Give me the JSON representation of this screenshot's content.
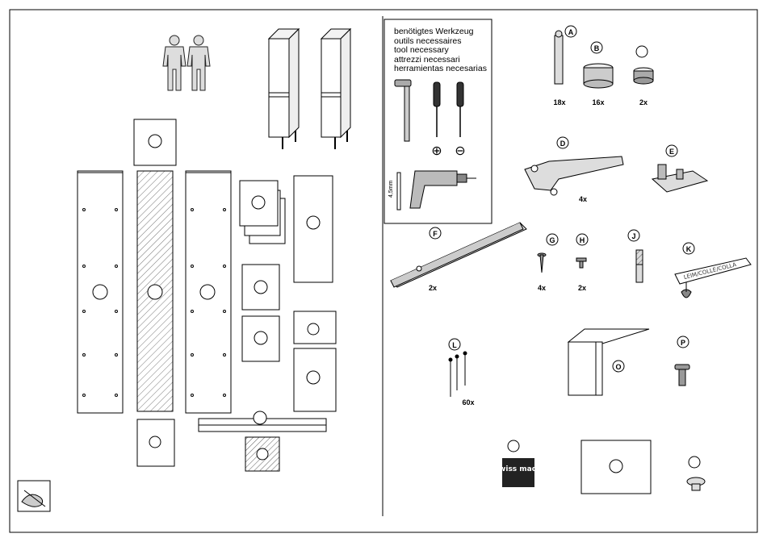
{
  "tools": {
    "lines": [
      "benötigtes Werkzeug",
      "outils necessaires",
      "tool necessary",
      "attrezzi necessari",
      "herramientas necesarias"
    ],
    "drill_bit": "4,5mm",
    "plus_symbol": "⊕",
    "minus_symbol": "⊖"
  },
  "hardware": [
    {
      "letter": "A",
      "qty": "18x",
      "icon": "cam-bolt-icon"
    },
    {
      "letter": "B",
      "qty": "16x",
      "icon": "cam-lock-icon"
    },
    {
      "letter": "",
      "qty": "2x",
      "icon": "shelf-support-icon"
    },
    {
      "letter": "D",
      "qty": "4x",
      "icon": "hinge-icon"
    },
    {
      "letter": "E",
      "qty": "",
      "icon": "mounting-plate-icon"
    },
    {
      "letter": "F",
      "qty": "2x",
      "icon": "rail-icon"
    },
    {
      "letter": "G",
      "qty": "4x",
      "icon": "screw-icon"
    },
    {
      "letter": "H",
      "qty": "2x",
      "icon": "short-screw-icon"
    },
    {
      "letter": "J",
      "qty": "",
      "icon": "dowel-icon"
    },
    {
      "letter": "K",
      "qty": "",
      "icon": "glue-icon"
    },
    {
      "letter": "L",
      "qty": "60x",
      "icon": "nail-icon"
    },
    {
      "letter": "O",
      "qty": "",
      "icon": "bracket-icon"
    },
    {
      "letter": "P",
      "qty": "",
      "icon": "bolt-icon"
    }
  ],
  "glue_label": "LEIM/COLLE/COLLA",
  "brand_logo": "swiss made"
}
